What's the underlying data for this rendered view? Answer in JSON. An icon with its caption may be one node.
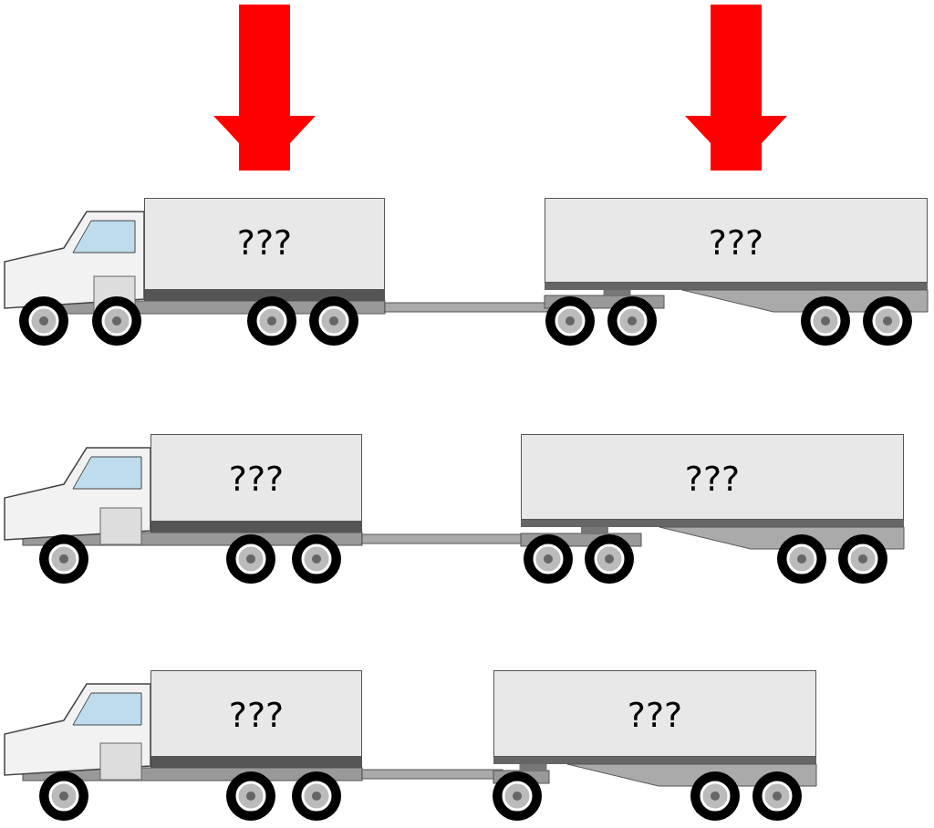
{
  "diagram": {
    "nodes": [
      {
        "text": [
          "???"
        ]
      },
      {
        "text": [
          "???"
        ]
      },
      {
        "text": [
          "???"
        ]
      },
      {
        "text": [
          "???"
        ]
      },
      {
        "text": [
          "???"
        ]
      },
      {
        "text": [
          "???"
        ]
      }
    ],
    "edges": [
      {
        "from": null,
        "to": 0,
        "arrow": "to",
        "color": "#ff0000"
      },
      {
        "from": null,
        "to": 1,
        "arrow": "to",
        "color": "#ff0000"
      }
    ]
  }
}
